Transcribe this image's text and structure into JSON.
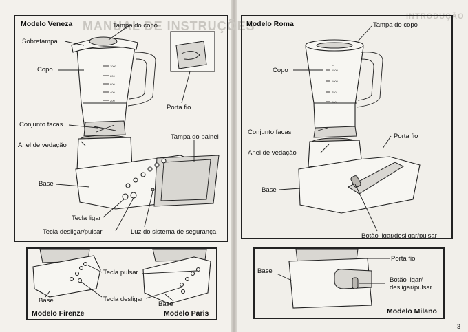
{
  "left_page": {
    "veneza": {
      "title": "Modelo Veneza",
      "labels": {
        "tampa_copo": "Tampa do copo",
        "sobretampa": "Sobretampa",
        "copo": "Copo",
        "porta_fio": "Porta fio",
        "conjunto_facas": "Conjunto facas",
        "anel": "Anel de vedação",
        "tampa_painel": "Tampa do painel",
        "base": "Base",
        "tecla_ligar": "Tecla ligar",
        "tecla_desligar": "Tecla desligar/pulsar",
        "luz": "Luz do sistema de segurança"
      },
      "jar_marks": [
        "1000",
        "800",
        "600",
        "400",
        "200"
      ]
    },
    "bottom": {
      "firenze_title": "Modelo Firenze",
      "paris_title": "Modelo Paris",
      "labels": {
        "tecla_pulsar": "Tecla pulsar",
        "tecla_desligar": "Tecla desligar",
        "base_firenze": "Base",
        "base_paris": "Base"
      }
    },
    "ghost_text": "MANUAL DE INSTRUÇÕES"
  },
  "right_page": {
    "roma": {
      "title": "Modelo Roma",
      "labels": {
        "tampa_copo": "Tampa do copo",
        "copo": "Copo",
        "conjunto_facas": "Conjunto facas",
        "porta_fio": "Porta fio",
        "anel": "Anel de vedação",
        "base": "Base",
        "botao": "Botão ligar/desligar/pulsar"
      },
      "jar_marks": [
        "ml",
        "1500",
        "1000",
        "750",
        "500"
      ]
    },
    "milano": {
      "title": "Modelo Milano",
      "labels": {
        "porta_fio": "Porta fio",
        "base": "Base",
        "botao_line1": "Botão ligar/",
        "botao_line2": "desligar/pulsar"
      }
    },
    "ghost_text": "INTRODUÇÃO",
    "page_number": "3"
  }
}
